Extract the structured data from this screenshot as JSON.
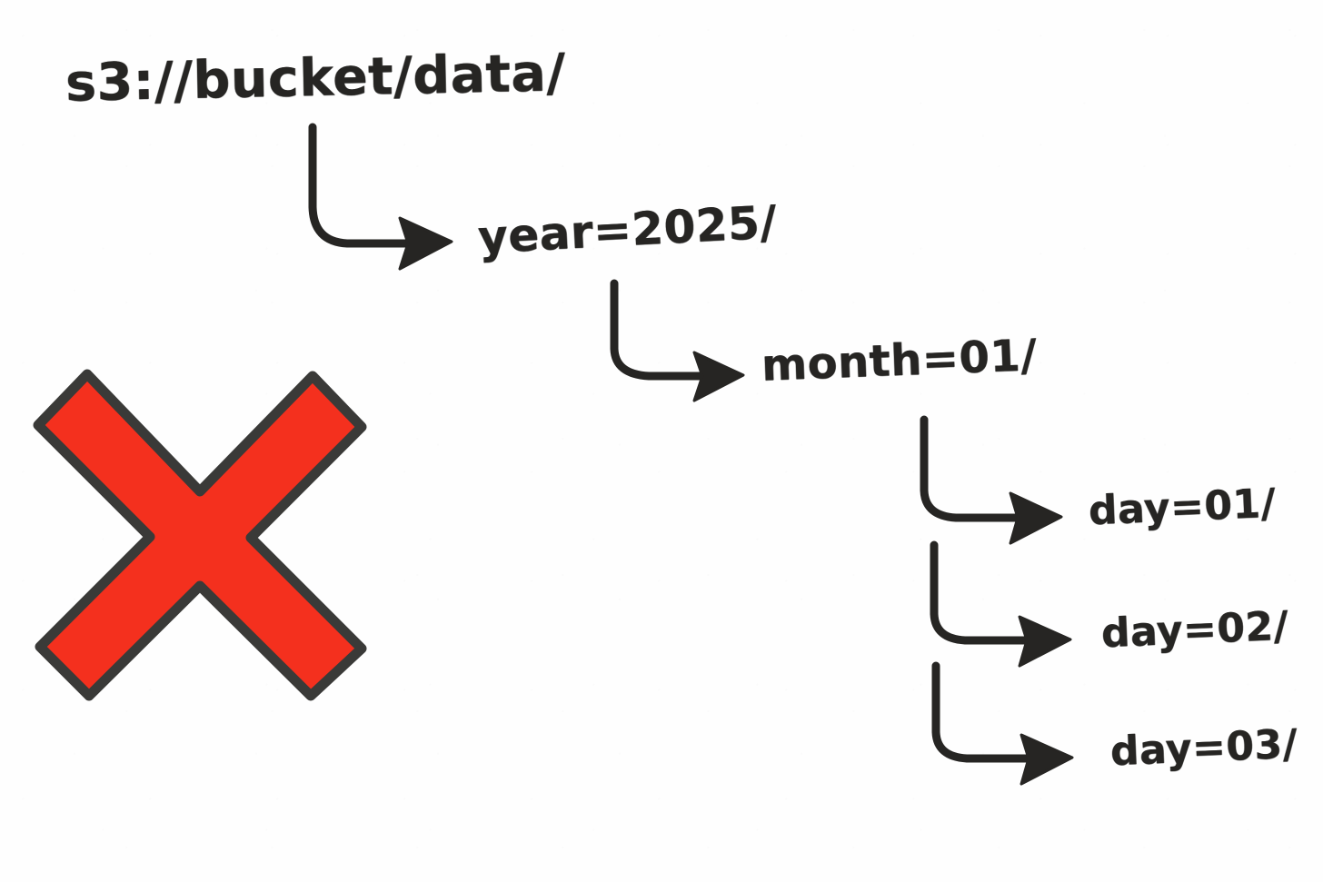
{
  "diagram": {
    "title": "s3 hive-style partition path tree",
    "style": "hand-drawn marker sketch on white paper",
    "ink_color": "#262523",
    "background_color": "#fefefe",
    "nodes": {
      "root": {
        "label": "s3://bucket/data/",
        "level": 0
      },
      "year": {
        "label": "year=2025/",
        "level": 1
      },
      "month": {
        "label": "month=01/",
        "level": 2
      },
      "days": [
        {
          "label": "day=01/",
          "level": 3
        },
        {
          "label": "day=02/",
          "level": 3
        },
        {
          "label": "day=03/",
          "level": 3
        }
      ]
    },
    "connectors": [
      {
        "from": "root",
        "to": "year",
        "shape": "elbow-down-right",
        "arrowhead": "solid-triangle"
      },
      {
        "from": "year",
        "to": "month",
        "shape": "elbow-down-right",
        "arrowhead": "solid-triangle"
      },
      {
        "from": "month",
        "to": "day=01/",
        "shape": "elbow-down-right",
        "arrowhead": "solid-triangle"
      },
      {
        "from": "month",
        "to": "day=02/",
        "shape": "elbow-down-right",
        "arrowhead": "solid-triangle"
      },
      {
        "from": "month",
        "to": "day=03/",
        "shape": "elbow-down-right",
        "arrowhead": "solid-triangle"
      }
    ],
    "annotation": {
      "mark": "red-cross",
      "meaning": "rejected / do-not-use",
      "fill_color": "#f4301e",
      "outline_color": "#3a3a38"
    }
  }
}
